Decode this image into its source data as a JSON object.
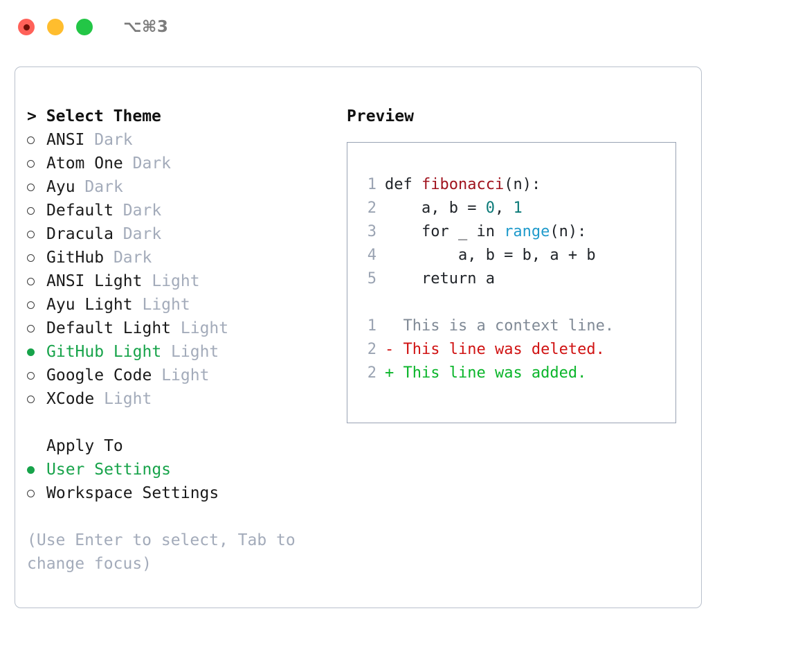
{
  "titlebar": {
    "shortcut": "⌥⌘3",
    "buttons": [
      {
        "name": "close-button",
        "color": "#ff6159"
      },
      {
        "name": "minimize-button",
        "color": "#ffbd2e"
      },
      {
        "name": "maximize-button",
        "color": "#23c646"
      }
    ]
  },
  "theme_picker": {
    "caret": ">",
    "title": "Select Theme",
    "items": [
      {
        "label": "ANSI",
        "tag": "Dark",
        "selected": false
      },
      {
        "label": "Atom One",
        "tag": "Dark",
        "selected": false
      },
      {
        "label": "Ayu",
        "tag": "Dark",
        "selected": false
      },
      {
        "label": "Default",
        "tag": "Dark",
        "selected": false
      },
      {
        "label": "Dracula",
        "tag": "Dark",
        "selected": false
      },
      {
        "label": "GitHub",
        "tag": "Dark",
        "selected": false
      },
      {
        "label": "ANSI Light",
        "tag": "Light",
        "selected": false
      },
      {
        "label": "Ayu Light",
        "tag": "Light",
        "selected": false
      },
      {
        "label": "Default Light",
        "tag": "Light",
        "selected": false
      },
      {
        "label": "GitHub Light",
        "tag": "Light",
        "selected": true
      },
      {
        "label": "Google Code",
        "tag": "Light",
        "selected": false
      },
      {
        "label": "XCode",
        "tag": "Light",
        "selected": false
      }
    ]
  },
  "apply_to": {
    "title": "Apply To",
    "items": [
      {
        "label": "User Settings",
        "selected": true
      },
      {
        "label": "Workspace Settings",
        "selected": false
      }
    ]
  },
  "hint": "(Use Enter to select, Tab to change focus)",
  "preview": {
    "title": "Preview",
    "code_lines": [
      {
        "num": "1",
        "tokens": [
          {
            "text": "def ",
            "type": "plain"
          },
          {
            "text": "fibonacci",
            "type": "func"
          },
          {
            "text": "(n):",
            "type": "plain"
          }
        ]
      },
      {
        "num": "2",
        "tokens": [
          {
            "text": "    a, b = ",
            "type": "plain"
          },
          {
            "text": "0",
            "type": "num"
          },
          {
            "text": ", ",
            "type": "plain"
          },
          {
            "text": "1",
            "type": "num"
          }
        ]
      },
      {
        "num": "3",
        "tokens": [
          {
            "text": "    for _ in ",
            "type": "plain"
          },
          {
            "text": "range",
            "type": "builtin"
          },
          {
            "text": "(n):",
            "type": "plain"
          }
        ]
      },
      {
        "num": "4",
        "tokens": [
          {
            "text": "        a, b = b, a + b",
            "type": "plain"
          }
        ]
      },
      {
        "num": "5",
        "tokens": [
          {
            "text": "    return a",
            "type": "plain"
          }
        ]
      }
    ],
    "diff_lines": [
      {
        "num": "1",
        "marker": "  ",
        "text": "This is a context line.",
        "type": "ctx"
      },
      {
        "num": "2",
        "marker": "- ",
        "text": "This line was deleted.",
        "type": "del"
      },
      {
        "num": "2",
        "marker": "+ ",
        "text": "This line was added.",
        "type": "add"
      }
    ]
  },
  "colors": {
    "accent_green": "#17a34a",
    "muted": "#a3abba",
    "func_red": "#a0131e",
    "number_teal": "#0b7a78",
    "builtin_blue": "#1f9acb",
    "diff_delete": "#d01313",
    "diff_add": "#0ab52a",
    "border": "#b9c0cc",
    "preview_border": "#98a2b3"
  }
}
